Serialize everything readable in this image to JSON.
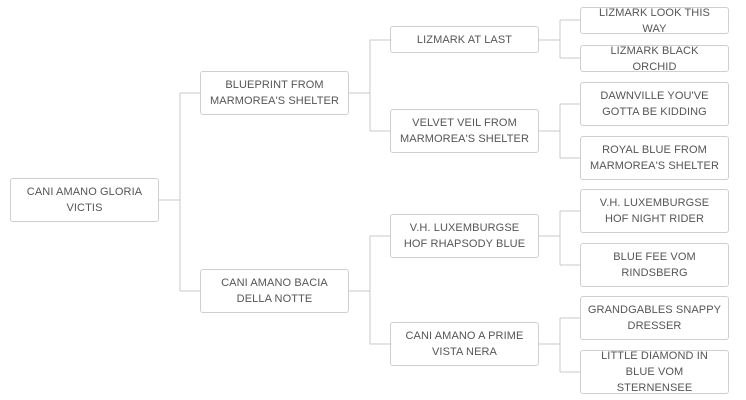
{
  "pedigree": {
    "subject": "CANI AMANO GLORIA VICTIS",
    "sire": {
      "name": "BLUEPRINT FROM MARMOREA'S SHELTER",
      "sire": {
        "name": "LIZMARK AT LAST",
        "sire": {
          "name": "LIZMARK LOOK THIS WAY"
        },
        "dam": {
          "name": "LIZMARK BLACK ORCHID"
        }
      },
      "dam": {
        "name": "VELVET VEIL FROM MARMOREA'S SHELTER",
        "sire": {
          "name": "DAWNVILLE YOU'VE GOTTA BE KIDDING"
        },
        "dam": {
          "name": "ROYAL BLUE FROM MARMOREA'S SHELTER"
        }
      }
    },
    "dam": {
      "name": "CANI AMANO BACIA DELLA NOTTE",
      "sire": {
        "name": "V.H. LUXEMBURGSE HOF RHAPSODY BLUE",
        "sire": {
          "name": "V.H. LUXEMBURGSE HOF NIGHT RIDER"
        },
        "dam": {
          "name": "BLUE FEE VOM RINDSBERG"
        }
      },
      "dam": {
        "name": "CANI AMANO A PRIME VISTA NERA",
        "sire": {
          "name": "GRANDGABLES SNAPPY DRESSER"
        },
        "dam": {
          "name": "LITTLE DIAMOND IN BLUE VOM STERNENSEE"
        }
      }
    }
  },
  "colors": {
    "node_border": "#cfcfcf",
    "node_text": "#555555",
    "connector": "#c9c9c9",
    "background": "#ffffff"
  }
}
